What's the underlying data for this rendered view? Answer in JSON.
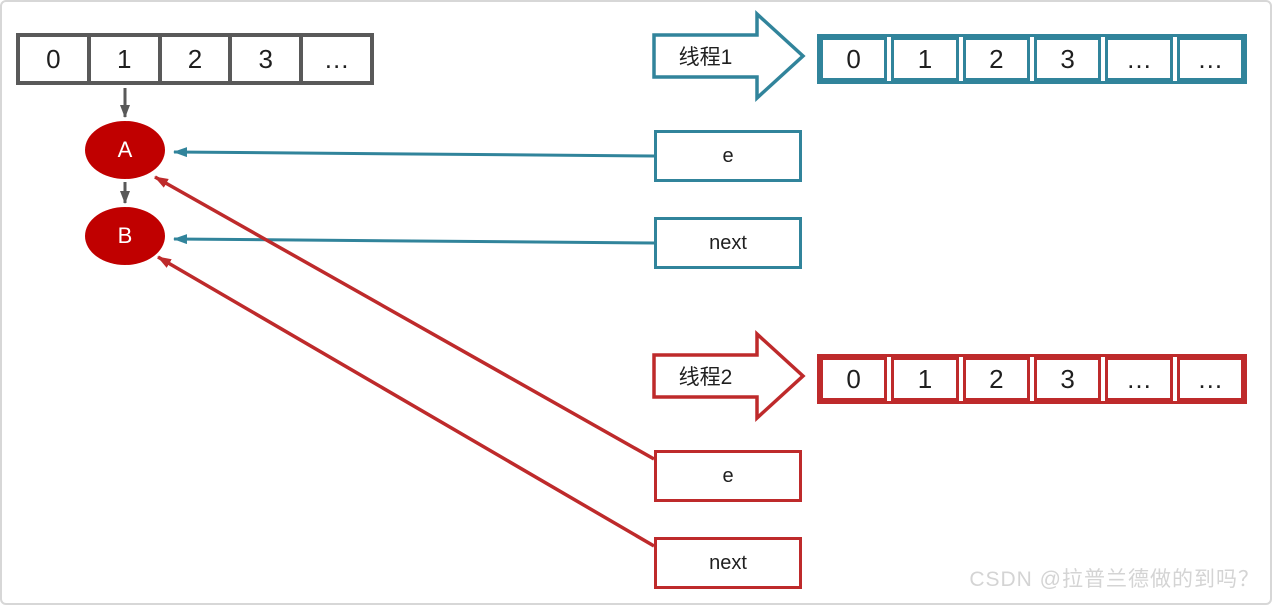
{
  "colors": {
    "gray": "#595959",
    "teal": "#31849B",
    "red": "#BE2A2B",
    "node_fill": "#C00000",
    "watermark_text": "#D4D4D4"
  },
  "arrays": {
    "main": {
      "cells": [
        "0",
        "1",
        "2",
        "3",
        "…"
      ]
    },
    "thread1": {
      "cells": [
        "0",
        "1",
        "2",
        "3",
        "…",
        "…"
      ]
    },
    "thread2": {
      "cells": [
        "0",
        "1",
        "2",
        "3",
        "…",
        "…"
      ]
    }
  },
  "threads": {
    "thread1": {
      "label": "线程1",
      "e_label": "e",
      "next_label": "next"
    },
    "thread2": {
      "label": "线程2",
      "e_label": "e",
      "next_label": "next"
    }
  },
  "nodes": {
    "a": "A",
    "b": "B"
  },
  "watermark": "CSDN @拉普兰德做的到吗？"
}
